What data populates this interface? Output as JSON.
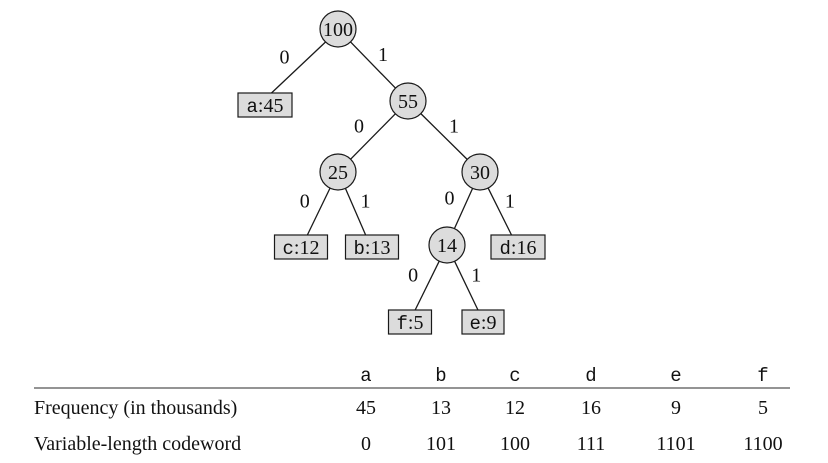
{
  "tree": {
    "internal": [
      {
        "id": "n100",
        "label": "100"
      },
      {
        "id": "n55",
        "label": "55"
      },
      {
        "id": "n25",
        "label": "25"
      },
      {
        "id": "n30",
        "label": "30"
      },
      {
        "id": "n14",
        "label": "14"
      }
    ],
    "leaves": [
      {
        "id": "la",
        "char": "a",
        "freq": "45"
      },
      {
        "id": "lc",
        "char": "c",
        "freq": "12"
      },
      {
        "id": "lb",
        "char": "b",
        "freq": "13"
      },
      {
        "id": "ld",
        "char": "d",
        "freq": "16"
      },
      {
        "id": "lf",
        "char": "f",
        "freq": "5"
      },
      {
        "id": "le",
        "char": "e",
        "freq": "9"
      }
    ],
    "edges": [
      {
        "from": "n100",
        "to": "la",
        "bit": "0"
      },
      {
        "from": "n100",
        "to": "n55",
        "bit": "1"
      },
      {
        "from": "n55",
        "to": "n25",
        "bit": "0"
      },
      {
        "from": "n55",
        "to": "n30",
        "bit": "1"
      },
      {
        "from": "n25",
        "to": "lc",
        "bit": "0"
      },
      {
        "from": "n25",
        "to": "lb",
        "bit": "1"
      },
      {
        "from": "n30",
        "to": "n14",
        "bit": "0"
      },
      {
        "from": "n30",
        "to": "ld",
        "bit": "1"
      },
      {
        "from": "n14",
        "to": "lf",
        "bit": "0"
      },
      {
        "from": "n14",
        "to": "le",
        "bit": "1"
      }
    ]
  },
  "table": {
    "chars": [
      "a",
      "b",
      "c",
      "d",
      "e",
      "f"
    ],
    "rows": [
      {
        "label": "Frequency (in thousands)",
        "values": [
          "45",
          "13",
          "12",
          "16",
          "9",
          "5"
        ]
      },
      {
        "label": "Variable-length codeword",
        "values": [
          "0",
          "101",
          "100",
          "111",
          "1101",
          "1100"
        ]
      }
    ]
  }
}
